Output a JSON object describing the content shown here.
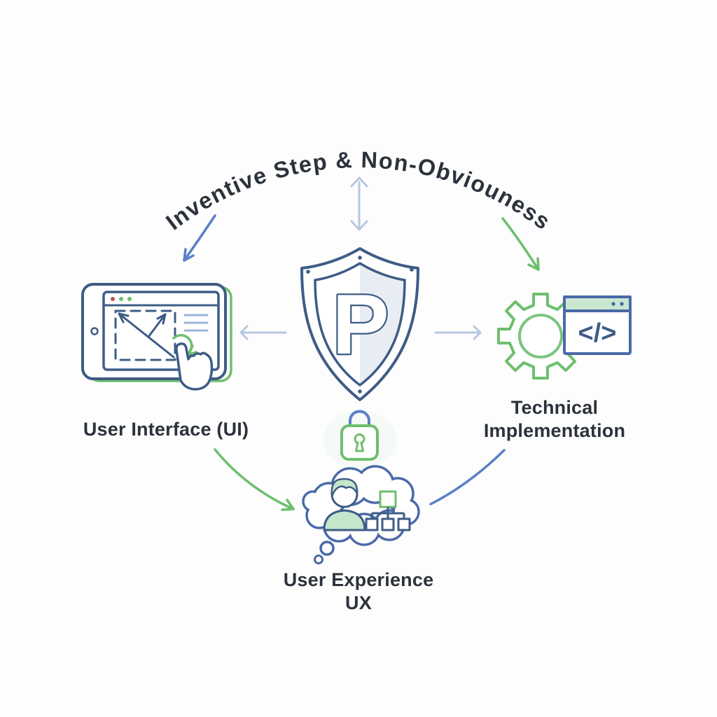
{
  "diagram": {
    "title": "Inventive Step & Non-Obviouness",
    "shield_letter": "P",
    "code_symbol": "</>",
    "labels": {
      "left": "User Interface (UI)",
      "right": "Technical\nImplementation",
      "bottom": "User Experience\nUX"
    },
    "icons": {
      "center": "patent-shield-icon",
      "below_center": "padlock-icon",
      "left": "tablet-ui-design-icon",
      "right": "gear-code-window-icon",
      "bottom": "user-thought-bubble-icon"
    },
    "colors": {
      "outline_blue": "#3e5c85",
      "arrow_blue": "#5b7fc7",
      "arrow_light_blue": "#b7c6e2",
      "green": "#6dbf6d",
      "light_green_fill": "#c9e7cf",
      "light_blue_fill": "#e8edf4",
      "text_dark": "#2c323b",
      "dot_red": "#c0504d"
    }
  }
}
